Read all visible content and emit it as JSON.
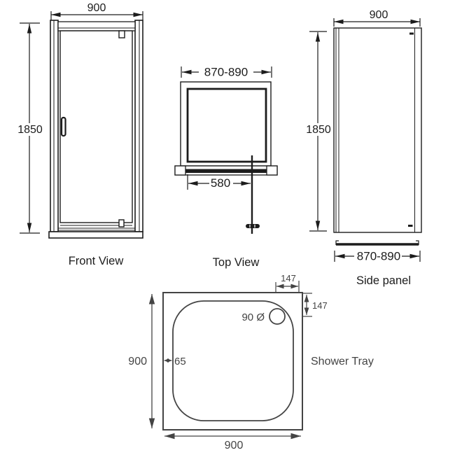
{
  "background": "#ffffff",
  "line_colors": {
    "enclosure_views": "#1c1c1c",
    "tray_view": "#444444"
  },
  "views": {
    "front": {
      "label": "Front View",
      "dim_width": "900",
      "dim_height": "1850"
    },
    "top": {
      "label": "Top View",
      "dim_width": "870-890",
      "dim_door": "580"
    },
    "side": {
      "label": "Side panel",
      "dim_width": "900",
      "dim_height": "1850",
      "dim_depth": "870-890"
    },
    "tray": {
      "label": "Shower Tray",
      "dim_width": "900",
      "dim_depth": "900",
      "dim_drain_from_right": "147",
      "dim_drain_from_top": "147",
      "drain_diameter": "90 Ø",
      "dim_rim": "65"
    }
  }
}
